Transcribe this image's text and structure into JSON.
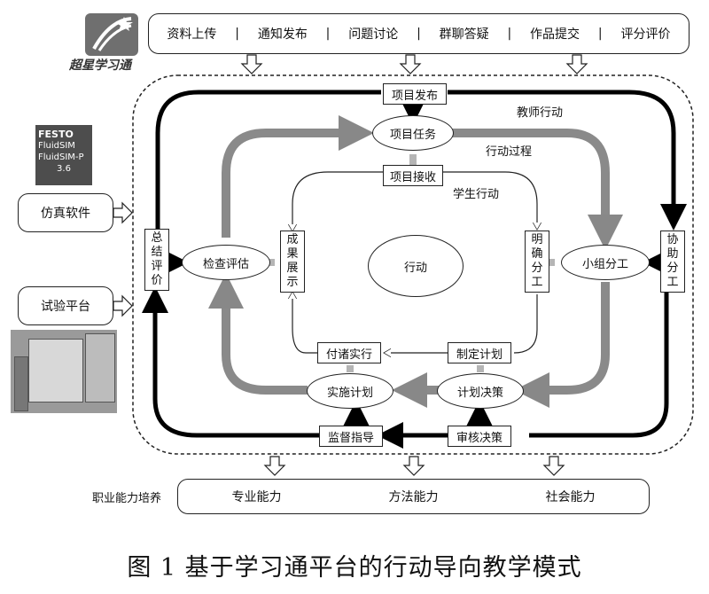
{
  "logo": {
    "text": "超星学习通"
  },
  "software_icon": {
    "line1": "FESTO",
    "line2": "FluidSIM",
    "line3": "FluidSIM-P",
    "line4": "3.6"
  },
  "top_bar": {
    "items": [
      "资料上传",
      "通知发布",
      "问题讨论",
      "群聊答疑",
      "作品提交",
      "评分评价"
    ],
    "separator": "|"
  },
  "left_inputs": {
    "simulation": "仿真软件",
    "test_platform": "试验平台"
  },
  "outer_boxes": {
    "project_release": "项目发布",
    "summary_evaluation": [
      "总",
      "结",
      "评",
      "价"
    ],
    "assist_division": [
      "协",
      "助",
      "分",
      "工"
    ],
    "review_decision": "审核决策",
    "supervise_guide": "监督指导"
  },
  "gray_ring": {
    "project_task": "项目任务",
    "group_division": "小组分工",
    "plan_decision": "计划决策",
    "implement_plan": "实施计划",
    "check_evaluate": "检查评估"
  },
  "inner_boxes": {
    "project_receive": "项目接收",
    "clarify_division": [
      "明",
      "确",
      "分",
      "工"
    ],
    "make_plan": "制定计划",
    "put_into_practice": "付诸实行",
    "result_display": [
      "成",
      "果",
      "展",
      "示"
    ]
  },
  "center": "行动",
  "labels": {
    "teacher_action": "教师行动",
    "action_process": "行动过程",
    "student_action": "学生行动"
  },
  "bottom": {
    "title": "职业能力培养",
    "items": [
      "专业能力",
      "方法能力",
      "社会能力"
    ]
  },
  "caption": "图 1   基于学习通平台的行动导向教学模式"
}
